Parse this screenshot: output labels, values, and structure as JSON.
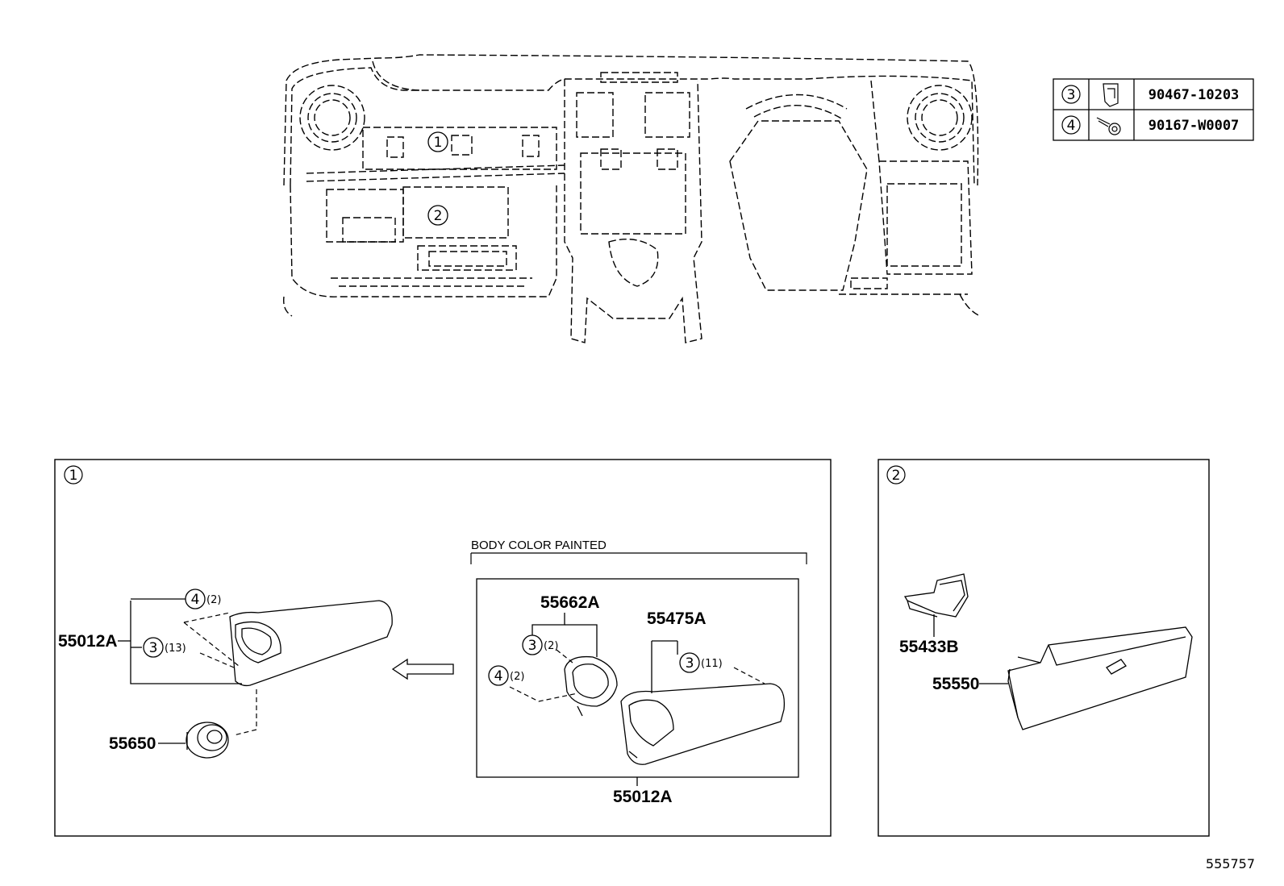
{
  "legend_table": [
    {
      "ref": "3",
      "icon": "clip-icon",
      "part_number": "90467-10203"
    },
    {
      "ref": "4",
      "icon": "screw-icon",
      "part_number": "90167-W0007"
    }
  ],
  "overview": {
    "callouts": [
      "1",
      "2"
    ]
  },
  "panel1": {
    "ref": "1",
    "body_color_label": "BODY COLOR PAINTED",
    "left": {
      "part_main": "55012A",
      "fastener_a": {
        "ref": "4",
        "qty": "(2)"
      },
      "fastener_b": {
        "ref": "3",
        "qty": "(13)"
      },
      "part_cap": "55650"
    },
    "right": {
      "part_vent": "55662A",
      "fastener_c": {
        "ref": "3",
        "qty": "(2)"
      },
      "fastener_d": {
        "ref": "4",
        "qty": "(2)"
      },
      "part_panel": "55475A",
      "fastener_e": {
        "ref": "3",
        "qty": "(11)"
      },
      "part_bottom": "55012A"
    }
  },
  "panel2": {
    "ref": "2",
    "part_upper": "55433B",
    "part_glovebox": "55550"
  },
  "doc_number": "555757"
}
